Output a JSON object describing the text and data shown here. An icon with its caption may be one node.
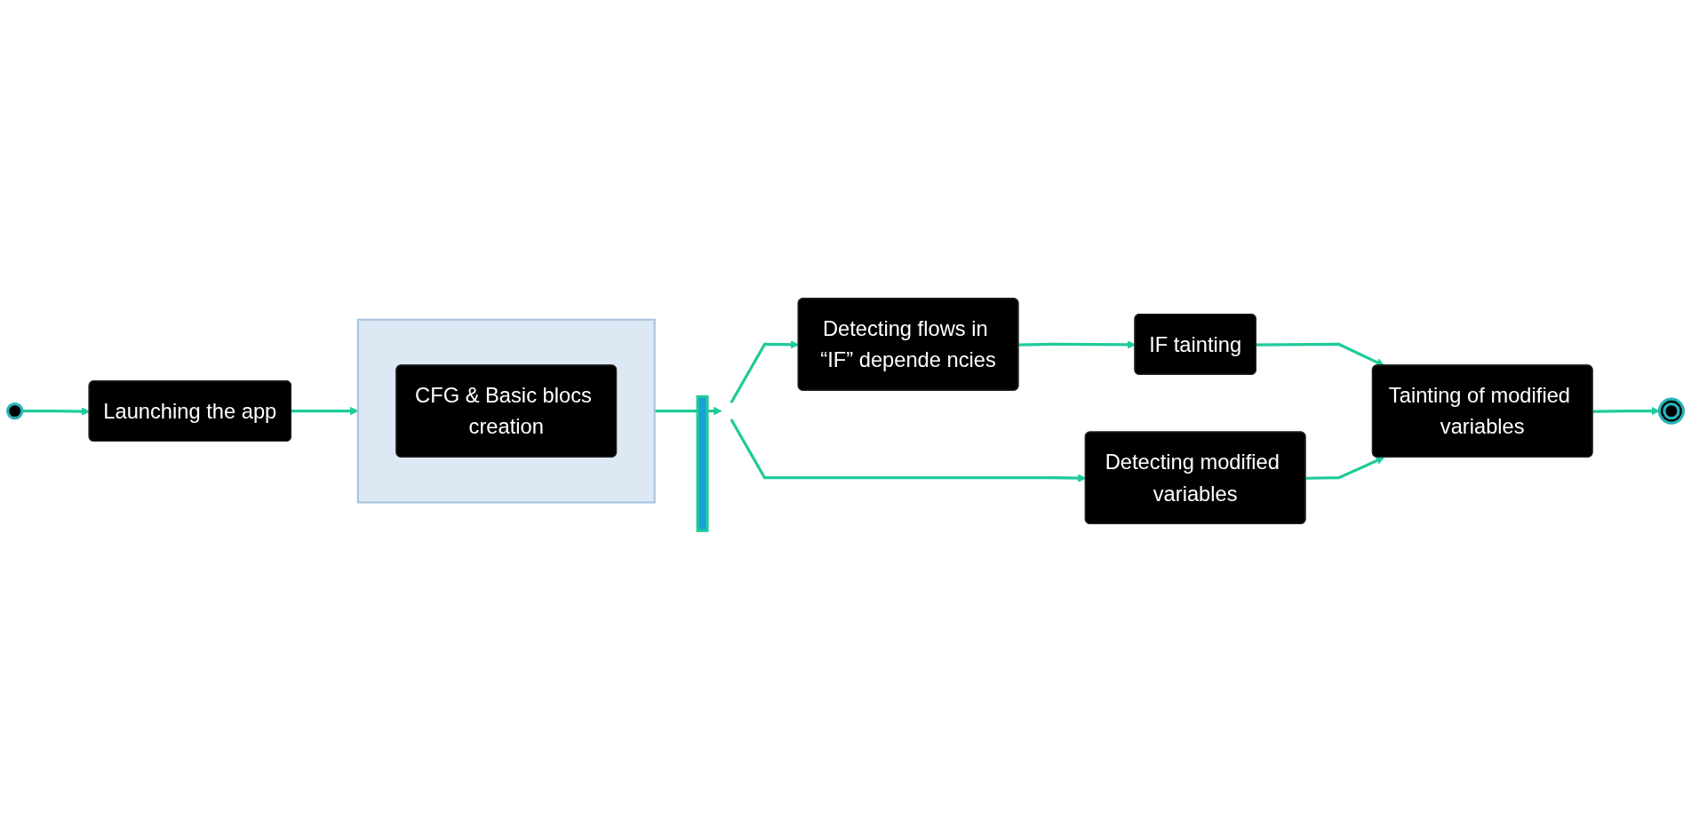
{
  "diagram": {
    "nodes": [
      {
        "text": [],
        "shape": "circle"
      },
      {
        "text": [
          "Launching the app"
        ]
      },
      {
        "text": [],
        "shape": "box"
      },
      {
        "text": [
          "CFG & Basic blocs creation"
        ],
        "in": 2
      },
      {
        "text": [],
        "shape": "bar"
      },
      {
        "text": [
          "Detecting flows in “IF” depende ncies"
        ]
      },
      {
        "text": [
          "IF tainting"
        ]
      },
      {
        "text": [
          "Detecting modified variables"
        ]
      },
      {
        "text": [
          "Tainting of modified variables"
        ]
      },
      {
        "text": [],
        "shape": "circle"
      }
    ],
    "edges": [
      {
        "from": 0,
        "to": 1,
        "arrow": "to"
      },
      {
        "from": 1,
        "to": 2,
        "arrow": "to"
      },
      {
        "from": 2,
        "to": 4,
        "arrow": "to"
      },
      {
        "from": 4,
        "to": 5,
        "arrow": "to"
      },
      {
        "from": 4,
        "to": 7,
        "arrow": "to"
      },
      {
        "from": 5,
        "to": 6,
        "arrow": "to"
      },
      {
        "from": 6,
        "to": 8,
        "arrow": "to"
      },
      {
        "from": 7,
        "to": 8,
        "arrow": "to"
      },
      {
        "from": 8,
        "to": 9,
        "arrow": "to"
      }
    ]
  }
}
